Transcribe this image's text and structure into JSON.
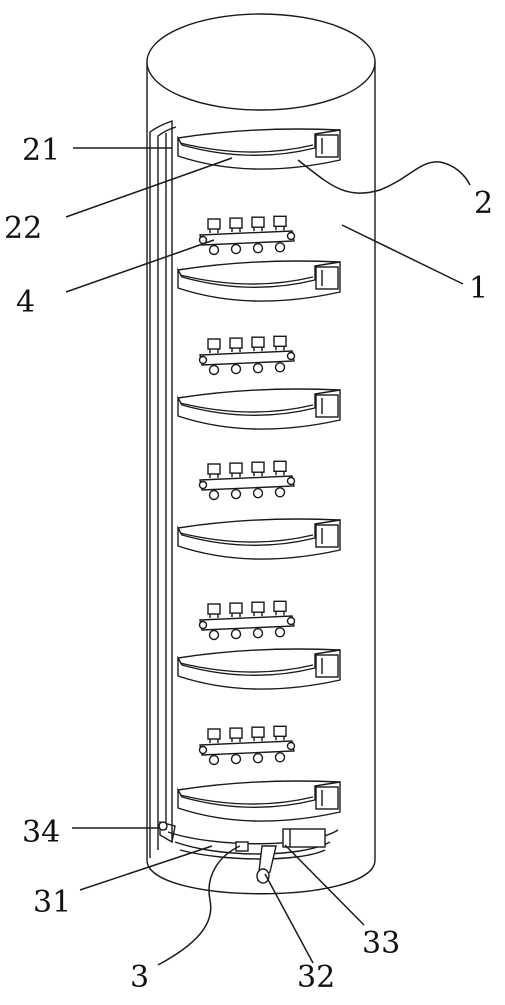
{
  "figure": {
    "labels": {
      "l21": "21",
      "l22": "22",
      "l4": "4",
      "l2": "2",
      "l1": "1",
      "l34": "34",
      "l31": "31",
      "l3": "3",
      "l32": "32",
      "l33": "33"
    }
  }
}
